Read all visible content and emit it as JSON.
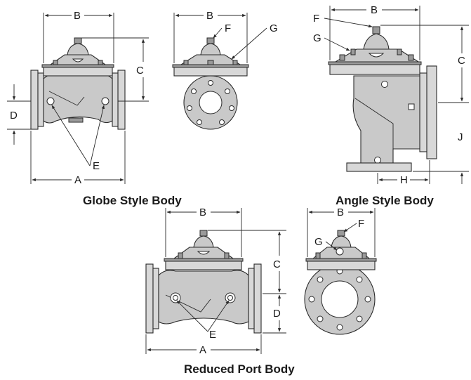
{
  "captions": {
    "globe": "Globe Style Body",
    "angle": "Angle Style Body",
    "reduced": "Reduced Port Body"
  },
  "labels": {
    "A": "A",
    "B": "B",
    "C": "C",
    "D": "D",
    "E": "E",
    "F": "F",
    "G": "G",
    "H": "H",
    "J": "J"
  }
}
